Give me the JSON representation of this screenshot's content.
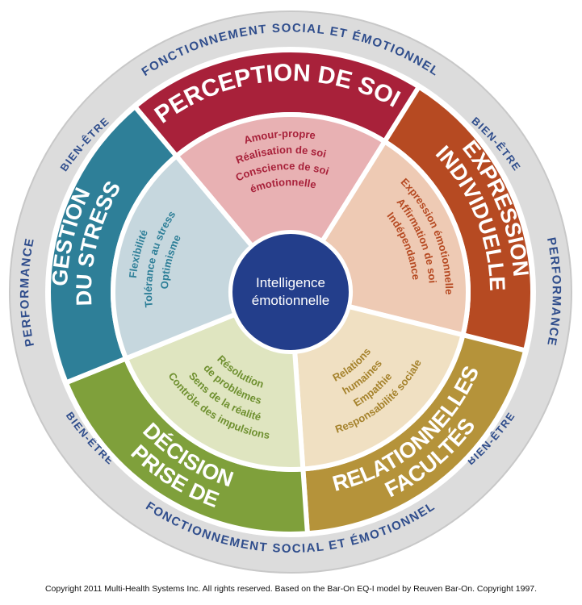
{
  "center": {
    "line1": "Intelligence",
    "line2": "émotionnelle"
  },
  "outer_ring": {
    "social_top": "FONCTIONNEMENT SOCIAL ET ÉMOTIONNEL",
    "social_bottom": "FONCTIONNEMENT SOCIAL ET ÉMOTIONNEL",
    "performance_left": "PERFORMANCE",
    "performance_right": "PERFORMANCE",
    "wellbeing_top_left": "BIEN-ÊTRE",
    "wellbeing_top_right": "BIEN-ÊTRE",
    "wellbeing_bottom_left": "BIEN-ÊTRE",
    "wellbeing_bottom_right": "BIEN-ÊTRE"
  },
  "segments": [
    {
      "id": "perception",
      "title_lines": [
        "PERCEPTION DE SOI"
      ],
      "items": [
        "Amour-propre",
        "Réalisation de soi",
        "Conscience de soi",
        "émotionnelle"
      ],
      "band_color": "#a8213a",
      "inner_color": "#e8b1b3",
      "text_color": "#a8213a"
    },
    {
      "id": "expression",
      "title_lines": [
        "EXPRESSION",
        "INDIVIDUELLE"
      ],
      "items": [
        "Expression émotionnelle",
        "Affirmation de soi",
        "Indépendance"
      ],
      "band_color": "#b64a22",
      "inner_color": "#eecab4",
      "text_color": "#b64a22"
    },
    {
      "id": "relations",
      "title_lines": [
        "FACULTÉS",
        "RELATIONNELLES"
      ],
      "items": [
        "Relations",
        "humaines",
        "Empathie",
        "Responsabilité sociale"
      ],
      "band_color": "#b5933a",
      "inner_color": "#f0e0c2",
      "text_color": "#a5822c"
    },
    {
      "id": "decision",
      "title_lines": [
        "PRISE DE",
        "DÉCISION"
      ],
      "items": [
        "Résolution",
        "de problèmes",
        "Sens de la réalité",
        "Contrôle des impulsions"
      ],
      "band_color": "#7fa03b",
      "inner_color": "#dfe5c0",
      "text_color": "#6f9030"
    },
    {
      "id": "stress",
      "title_lines": [
        "GESTION",
        "DU STRESS"
      ],
      "items": [
        "Flexibilité",
        "Tolérance au stress",
        "Optimisme"
      ],
      "band_color": "#2e7f98",
      "inner_color": "#c6d7de",
      "text_color": "#2e7f98"
    }
  ],
  "colors": {
    "outer_ring": "#dcdcdc",
    "ring_text": "#2f4d8c",
    "center_circle": "#233e8b",
    "divider": "#ffffff"
  },
  "copyright": "Copyright 2011 Multi-Health Systems Inc. All rights reserved. Based on the Bar-On EQ-I model by Reuven Bar-On. Copyright 1997."
}
